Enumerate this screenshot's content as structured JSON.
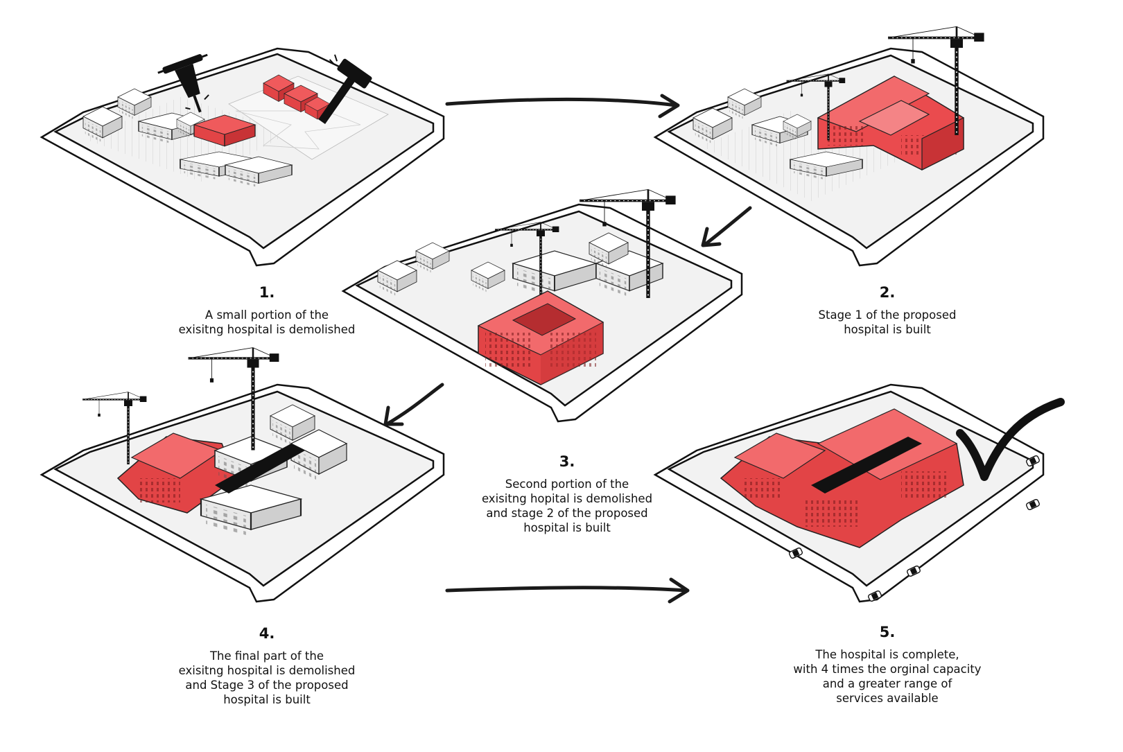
{
  "colors": {
    "accent": "#e8484b",
    "accent_dark": "#b52d30",
    "ink": "#111111",
    "plot": "#f4f4f4",
    "building": "#fafafa"
  },
  "steps": [
    {
      "number": "1.",
      "text": "A small portion of the\nexisitng hospital is demolished",
      "icons": [
        "jackhammer-icon",
        "hammer-icon"
      ]
    },
    {
      "number": "2.",
      "text": "Stage 1 of the proposed\nhospital is built",
      "icons": [
        "crane-icon",
        "crane-icon"
      ]
    },
    {
      "number": "3.",
      "text": "Second portion of the\nexisitng hopital is demolished\nand stage 2 of the proposed\nhospital is built",
      "icons": [
        "crane-icon",
        "crane-icon"
      ]
    },
    {
      "number": "4.",
      "text": "The final part of the\nexisitng hospital is demolished\nand Stage 3 of the proposed\nhospital is built",
      "icons": [
        "crane-icon",
        "crane-icon"
      ]
    },
    {
      "number": "5.",
      "text": "The hospital is complete,\nwith 4 times the orginal capacity\nand a greater range of\nservices available",
      "icons": [
        "checkmark-icon",
        "car-icon"
      ]
    }
  ]
}
